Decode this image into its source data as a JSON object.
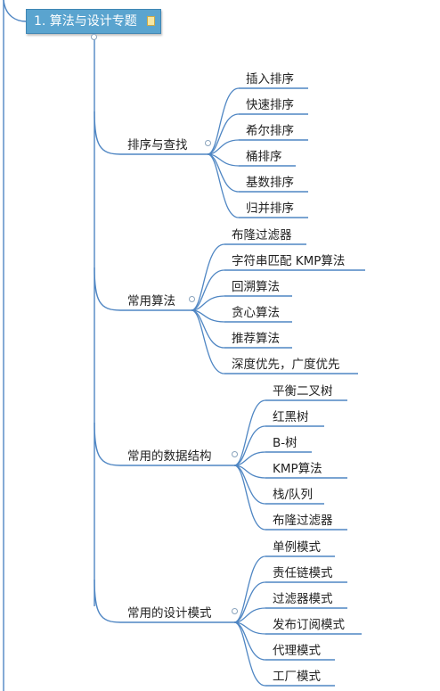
{
  "root": {
    "title": "1. 算法与设计专题",
    "note_icon": "note-icon"
  },
  "branches": [
    {
      "label": "排序与查找",
      "children": [
        "插入排序",
        "快速排序",
        "希尔排序",
        "桶排序",
        "基数排序",
        "归并排序"
      ]
    },
    {
      "label": "常用算法",
      "children": [
        "布隆过滤器",
        "字符串匹配 KMP算法",
        "回溯算法",
        "贪心算法",
        "推荐算法",
        "深度优先，广度优先"
      ]
    },
    {
      "label": "常用的数据结构",
      "children": [
        "平衡二叉树",
        "红黑树",
        "B-树",
        "KMP算法",
        "栈/队列",
        "布隆过滤器"
      ]
    },
    {
      "label": "常用的设计模式",
      "children": [
        "单例模式",
        "责任链模式",
        "过滤器模式",
        "发布订阅模式",
        "代理模式",
        "工厂模式"
      ]
    }
  ],
  "colors": {
    "line": "#4f86c3",
    "root_fill": "#5aa4cf",
    "text": "#222222"
  }
}
